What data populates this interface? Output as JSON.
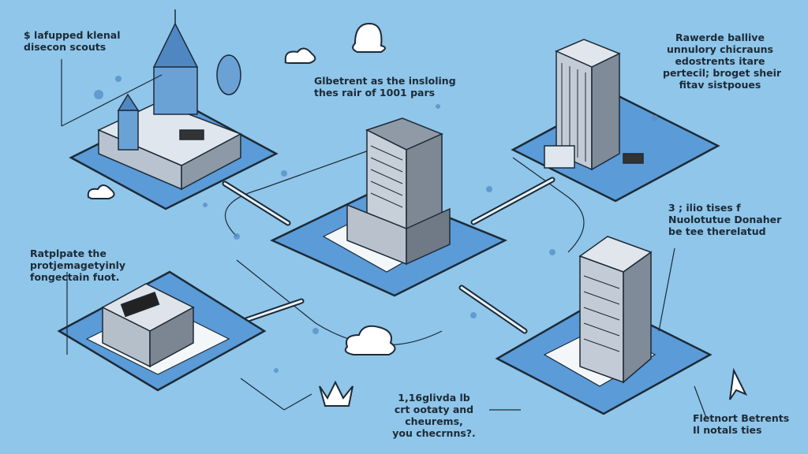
{
  "colors": {
    "background": "#8fc6ea",
    "platform": "#5a9bd8",
    "ink": "#1d2a36"
  },
  "labels": {
    "top_left": [
      "$ lafupped klenal",
      "disecon scouts"
    ],
    "top_center": [
      "Glbetrent as the insloling",
      "thes rair of 1001 pars"
    ],
    "top_right": [
      "Rawerde ballive",
      "unnulory chicrauns",
      "edostrents itare",
      "pertecil; broget sheir",
      "fitav sistpoues"
    ],
    "middle_left": [
      "Ratplpate the",
      "protjemagetyinly",
      "fongectain fuot."
    ],
    "middle_right": [
      "3 ; ilio tises f",
      "Nuolotutue Donaher",
      "be tee therelatud"
    ],
    "bottom_center": [
      "1,16glivda lb",
      "crt ootaty and",
      "cheurems,",
      "you checrnns?."
    ],
    "bottom_right": [
      "Fletnort Betrents",
      "Il notals ties"
    ]
  }
}
